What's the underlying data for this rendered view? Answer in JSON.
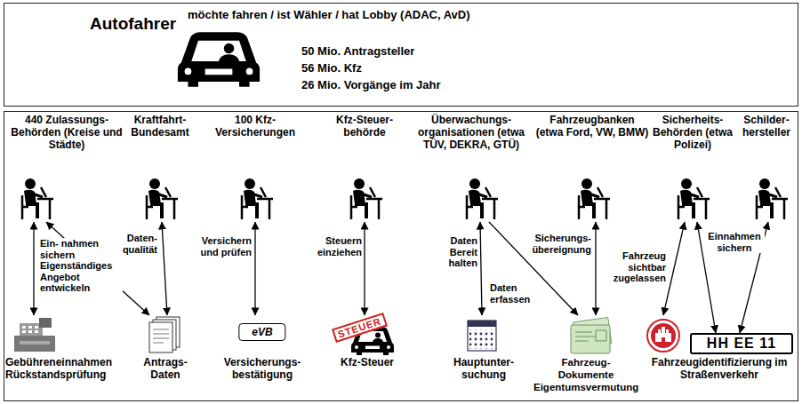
{
  "diagram": {
    "nodes": [
      {
        "text": [
          "Autofahrer",
          "möchte fahren / ist Wähler / hat Lobby (ADAC, AvD)",
          "50 Mio. Antragsteller",
          "56 Mio. Kfz",
          "26 Mio. Vorgänge im Jahr"
        ]
      },
      {
        "text": [
          "440 Zulassungs- Behörden (Kreise und Städte)"
        ]
      },
      {
        "text": [
          "Kraftfahrt- Bundesamt"
        ]
      },
      {
        "text": [
          "100 Kfz- Versicherungen"
        ]
      },
      {
        "text": [
          "Kfz-Steuer- behörde"
        ]
      },
      {
        "text": [
          "Überwachungs- organisationen (etwa TÜV, DEKRA, GTÜ)"
        ]
      },
      {
        "text": [
          "Fahrzeugbanken (etwa Ford, VW, BMW)"
        ]
      },
      {
        "text": [
          "Sicherheits- Behörden (etwa Polizei)"
        ]
      },
      {
        "text": [
          "Schilder- hersteller"
        ]
      },
      {
        "text": [
          "Gebühreneinnahmen Rückstandsprüfung"
        ]
      },
      {
        "text": [
          "Antrags- Daten"
        ]
      },
      {
        "text": [
          "eVB",
          "Versicherungs- bestätigung"
        ]
      },
      {
        "text": [
          "Kfz-Steuer"
        ]
      },
      {
        "text": [
          "Hauptunter- suchung"
        ]
      },
      {
        "text": [
          "Fahrzeug- Dokumente Eigentumsvermutung"
        ]
      },
      {
        "text": [
          "Fahrzeugidentifizierung im Straßenverkehr"
        ]
      },
      {
        "text": [
          "HH EE 11"
        ],
        "in": 15
      }
    ],
    "edges": [
      {
        "from": 1,
        "to": 9,
        "arrow": "both",
        "label": "Ein- nahmen sichern Eigenständiges Angebot entwickeln"
      },
      {
        "from": 10,
        "to": 1,
        "arrow": "both"
      },
      {
        "from": 2,
        "to": 10,
        "arrow": "both",
        "label": "Daten- qualität"
      },
      {
        "from": 3,
        "to": 11,
        "arrow": "both",
        "label": "Versichern und prüfen"
      },
      {
        "from": 4,
        "to": 12,
        "arrow": "both",
        "label": "Steuern einziehen"
      },
      {
        "from": 5,
        "to": 13,
        "arrow": "both",
        "label": "Daten Bereit halten"
      },
      {
        "from": 5,
        "to": 14,
        "arrow": "to",
        "label": "Daten erfassen"
      },
      {
        "from": 6,
        "to": 14,
        "arrow": "both",
        "label": "Sicherungs- übereignung"
      },
      {
        "from": 7,
        "to": 15,
        "arrow": "both",
        "label": "Fahrzeug sichtbar zugelassen"
      },
      {
        "from": 7,
        "to": 16,
        "arrow": "both"
      },
      {
        "from": 8,
        "to": 16,
        "arrow": "both",
        "label": "Einnahmen sichern"
      }
    ],
    "labels": [
      "STEUER"
    ]
  }
}
